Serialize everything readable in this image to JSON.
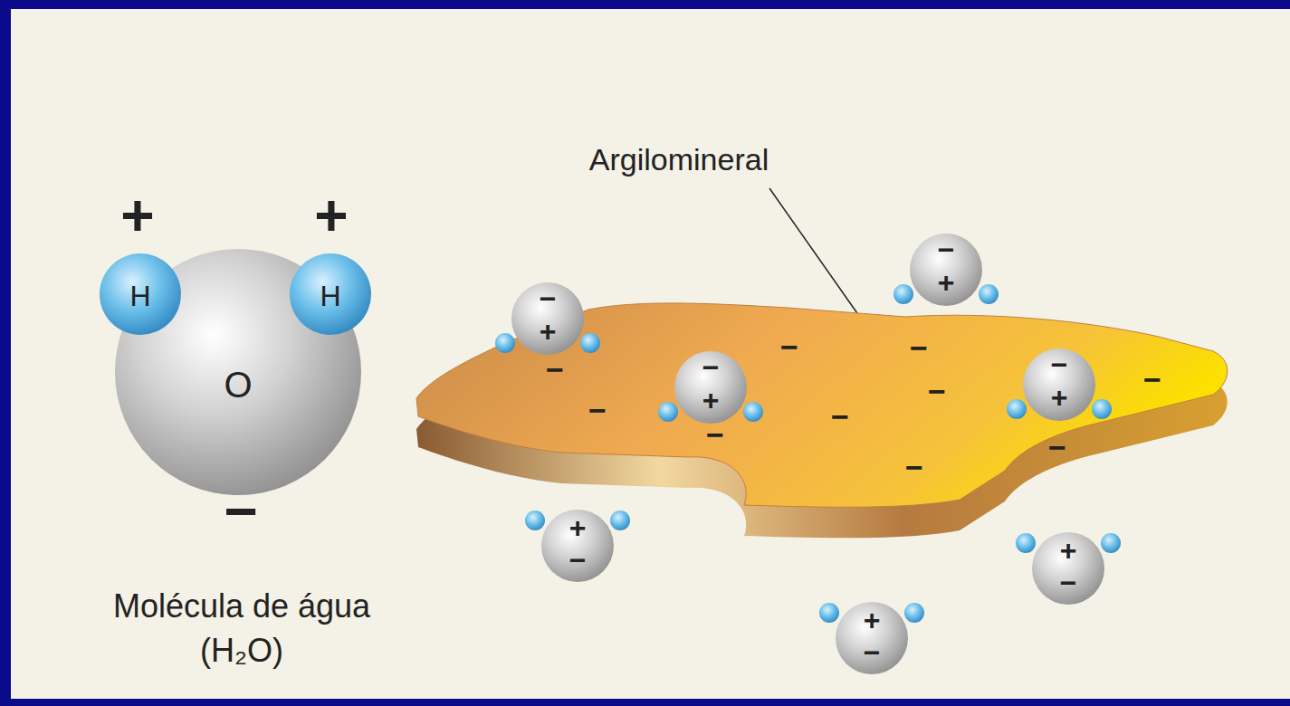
{
  "diagram": {
    "nodes": [
      {
        "text": [
          "H"
        ]
      },
      {
        "text": [
          "H"
        ]
      },
      {
        "text": [
          "O"
        ]
      },
      {
        "text": [
          "−",
          "−",
          "−",
          "−",
          "−",
          "−",
          "−",
          "−",
          "−",
          "−"
        ]
      },
      {
        "text": [
          "−",
          "+"
        ]
      },
      {
        "text": [
          "−",
          "+"
        ]
      },
      {
        "text": [
          "−",
          "+"
        ]
      },
      {
        "text": [
          "−",
          "+"
        ]
      },
      {
        "text": [
          "+",
          "−"
        ]
      },
      {
        "text": [
          "+",
          "−"
        ]
      },
      {
        "text": [
          "+",
          "−"
        ]
      }
    ],
    "labels": [
      "+",
      "+",
      "−",
      "Molécula de água (H₂O)",
      "Argilomineral"
    ]
  }
}
